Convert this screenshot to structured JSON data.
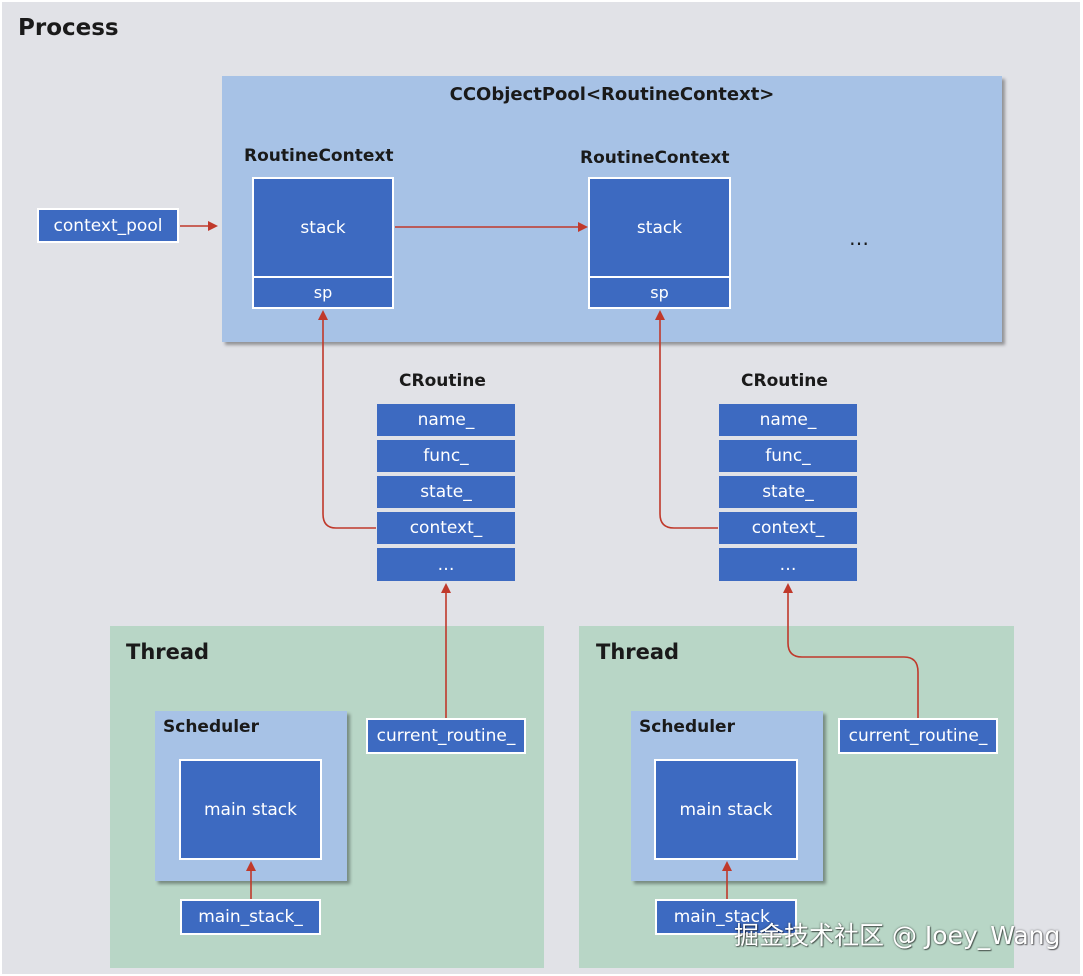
{
  "process": {
    "title": "Process"
  },
  "pool": {
    "title": "CCObjectPool<RoutineContext>",
    "contexts": [
      {
        "title": "RoutineContext",
        "stack": "stack",
        "sp": "sp"
      },
      {
        "title": "RoutineContext",
        "stack": "stack",
        "sp": "sp"
      }
    ],
    "more": "…"
  },
  "context_pool": "context_pool",
  "croutines": [
    {
      "title": "CRoutine",
      "fields": [
        "name_",
        "func_",
        "state_",
        "context_",
        "…"
      ]
    },
    {
      "title": "CRoutine",
      "fields": [
        "name_",
        "func_",
        "state_",
        "context_",
        "…"
      ]
    }
  ],
  "threads": [
    {
      "title": "Thread",
      "scheduler": "Scheduler",
      "main_stack": "main stack",
      "main_stack_ptr": "main_stack_",
      "current_routine": "current_routine_"
    },
    {
      "title": "Thread",
      "scheduler": "Scheduler",
      "main_stack": "main stack",
      "main_stack_ptr": "main_stack_",
      "current_routine": "current_routine_"
    }
  ],
  "watermark": "掘金技术社区 @ Joey_Wang",
  "colors": {
    "background": "#e1e2e7",
    "pool": "#a7c2e6",
    "thread": "#b8d6c6",
    "box": "#3d6ac1",
    "arrow": "#c0392b"
  }
}
